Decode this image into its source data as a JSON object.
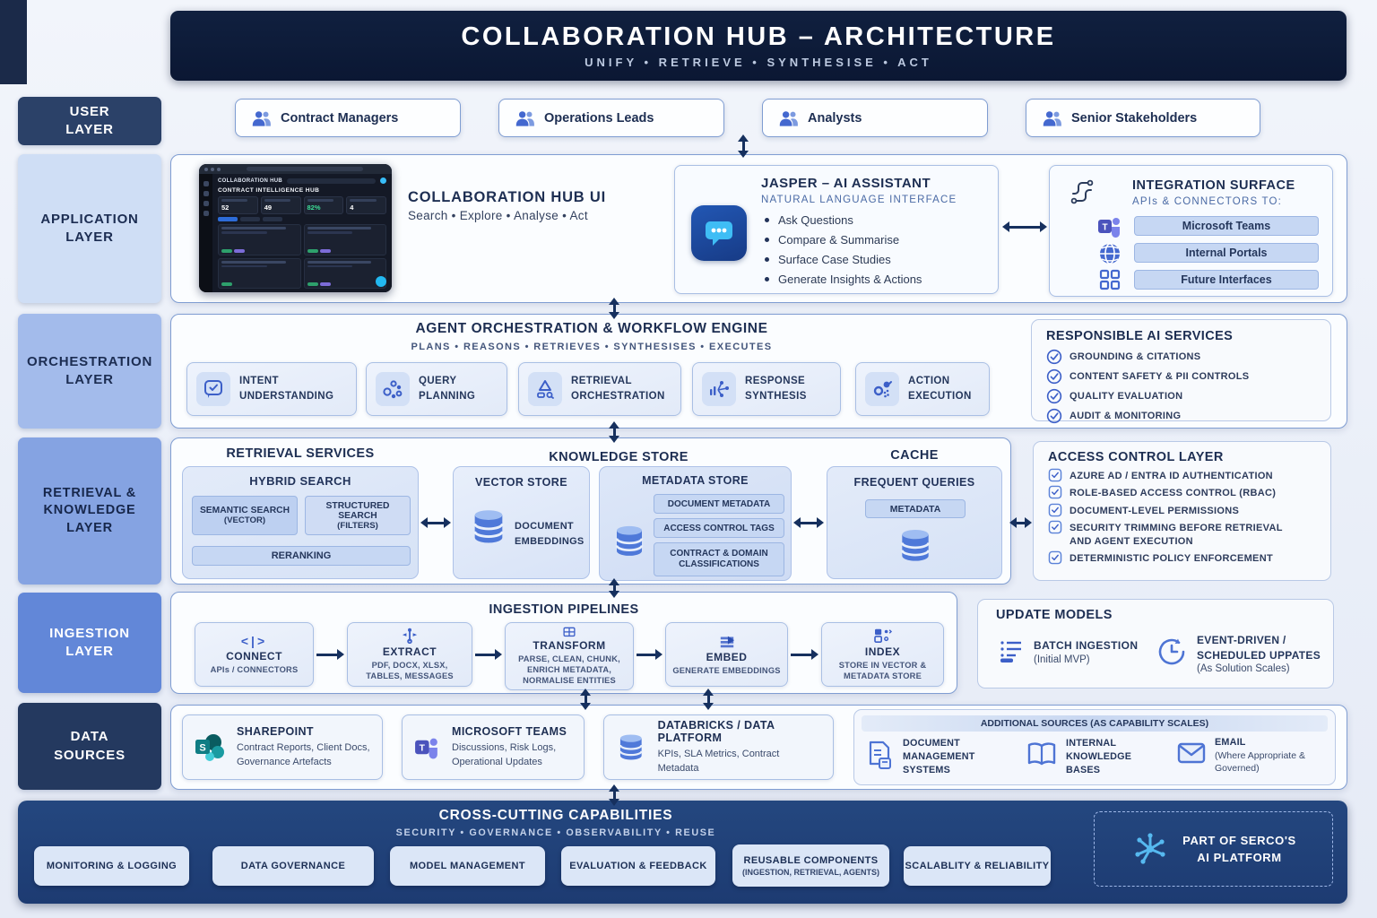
{
  "banner": {
    "title": "COLLABORATION HUB – ARCHITECTURE",
    "subtitle": "UNIFY  •  RETRIEVE  •  SYNTHESISE  •  ACT"
  },
  "layer_labels": {
    "user": "USER LAYER",
    "application": "APPLICATION LAYER",
    "orchestration": "ORCHESTRATION LAYER",
    "retrieval": "RETRIEVAL & KNOWLEDGE LAYER",
    "ingestion": "INGESTION LAYER",
    "data": "DATA SOURCES"
  },
  "users": [
    "Contract Managers",
    "Operations Leads",
    "Analysts",
    "Senior Stakeholders"
  ],
  "application": {
    "hub_ui": {
      "title": "COLLABORATION HUB UI",
      "subtitle": "Search  •  Explore  •  Analyse  •  Act",
      "screenshot": {
        "app_name": "COLLABORATION HUB",
        "screen_title": "CONTRACT INTELLIGENCE HUB",
        "stats": [
          "52",
          "49",
          "82%",
          "4"
        ]
      }
    },
    "jasper": {
      "title": "JASPER – AI ASSISTANT",
      "subtitle": "NATURAL LANGUAGE INTERFACE",
      "bullets": [
        "Ask Questions",
        "Compare & Summarise",
        "Surface Case Studies",
        "Generate Insights & Actions"
      ]
    },
    "integration": {
      "title": "INTEGRATION SURFACE",
      "subtitle": "APIs & CONNECTORS TO:",
      "targets": [
        "Microsoft Teams",
        "Internal Portals",
        "Future Interfaces"
      ]
    }
  },
  "orchestration": {
    "title": "AGENT ORCHESTRATION & WORKFLOW ENGINE",
    "subtitle": "PLANS  •  REASONS  •  RETRIEVES  •  SYNTHESISES  •  EXECUTES",
    "components": [
      {
        "line1": "INTENT",
        "line2": "UNDERSTANDING"
      },
      {
        "line1": "QUERY",
        "line2": "PLANNING"
      },
      {
        "line1": "RETRIEVAL",
        "line2": "ORCHESTRATION"
      },
      {
        "line1": "RESPONSE",
        "line2": "SYNTHESIS"
      },
      {
        "line1": "ACTION",
        "line2": "EXECUTION"
      }
    ],
    "responsible_ai": {
      "title": "RESPONSIBLE AI SERVICES",
      "items": [
        "GROUNDING & CITATIONS",
        "CONTENT SAFETY & PII CONTROLS",
        "QUALITY EVALUATION",
        "AUDIT & MONITORING"
      ]
    }
  },
  "retrieval": {
    "services_title": "RETRIEVAL SERVICES",
    "hybrid": {
      "title": "HYBRID SEARCH",
      "semantic": {
        "line1": "SEMANTIC SEARCH",
        "line2": "(VECTOR)"
      },
      "structured": {
        "line1": "STRUCTURED SEARCH",
        "line2": "(FILTERS)"
      },
      "reranking": "RERANKING"
    },
    "knowledge_title": "KNOWLEDGE STORE",
    "vector_store": {
      "title": "VECTOR STORE",
      "label": "DOCUMENT EMBEDDINGS"
    },
    "metadata_store": {
      "title": "METADATA STORE",
      "tags": [
        "DOCUMENT METADATA",
        "ACCESS CONTROL TAGS",
        "CONTRACT & DOMAIN CLASSIFICATIONS"
      ]
    },
    "cache": {
      "title": "CACHE",
      "panel_title": "FREQUENT QUERIES",
      "tag": "METADATA"
    },
    "access_control": {
      "title": "ACCESS CONTROL LAYER",
      "items": [
        "AZURE AD / ENTRA ID AUTHENTICATION",
        "ROLE-BASED ACCESS CONTROL (RBAC)",
        "DOCUMENT-LEVEL PERMISSIONS",
        "SECURITY TRIMMING BEFORE RETRIEVAL AND AGENT EXECUTION",
        "DETERMINISTIC POLICY ENFORCEMENT"
      ]
    }
  },
  "ingestion": {
    "title": "INGESTION PIPELINES",
    "steps": [
      {
        "title": "CONNECT",
        "desc": "APIs / CONNECTORS"
      },
      {
        "title": "EXTRACT",
        "desc": "PDF, DOCX, XLSX, TABLES, MESSAGES"
      },
      {
        "title": "TRANSFORM",
        "desc": "PARSE, CLEAN, CHUNK, ENRICH METADATA, NORMALISE ENTITIES"
      },
      {
        "title": "EMBED",
        "desc": "GENERATE EMBEDDINGS"
      },
      {
        "title": "INDEX",
        "desc": "STORE IN VECTOR & METADATA STORE"
      }
    ],
    "update_models": {
      "title": "UPDATE MODELS",
      "batch": {
        "line1": "BATCH INGESTION",
        "line2": "(Initial MVP)"
      },
      "event": {
        "line1": "EVENT-DRIVEN /",
        "line2": "SCHEDULED UPPATES",
        "line3": "(As Solution Scales)"
      }
    }
  },
  "data_sources": {
    "sharepoint": {
      "title": "SHAREPOINT",
      "desc": "Contract Reports, Client Docs, Governance Artefacts"
    },
    "teams": {
      "title": "MICROSOFT TEAMS",
      "desc": "Discussions, Risk Logs, Operational Updates"
    },
    "databricks": {
      "title": "DATABRICKS / DATA PLATFORM",
      "desc": "KPIs, SLA Metrics, Contract Metadata"
    },
    "additional": {
      "title": "ADDITIONAL SOURCES (AS CAPABILITY SCALES)",
      "items": [
        {
          "label": "DOCUMENT MANAGEMENT SYSTEMS",
          "sub": ""
        },
        {
          "label": "INTERNAL KNOWLEDGE BASES",
          "sub": ""
        },
        {
          "label": "EMAIL",
          "sub": "(Where Appropriate & Governed)"
        }
      ]
    }
  },
  "crosscutting": {
    "title": "CROSS-CUTTING CAPABILITIES",
    "subtitle": "SECURITY  •  GOVERNANCE  •  OBSERVABILITY  •  REUSE",
    "boxes": [
      {
        "line1": "MONITORING & LOGGING",
        "line2": ""
      },
      {
        "line1": "DATA GOVERNANCE",
        "line2": ""
      },
      {
        "line1": "MODEL MANAGEMENT",
        "line2": ""
      },
      {
        "line1": "EVALUATION & FEEDBACK",
        "line2": ""
      },
      {
        "line1": "REUSABLE COMPONENTS",
        "line2": "(INGESTION, RETRIEVAL, AGENTS)"
      },
      {
        "line1": "SCALABLITY  & RELIABILITY",
        "line2": ""
      }
    ],
    "platform": {
      "line1": "PART OF SERCO'S",
      "line2": "AI PLATFORM"
    }
  },
  "icons": [
    "people-icon",
    "chat-bubble-icon",
    "integration-connector-icon",
    "microsoft-teams-icon",
    "globe-icon",
    "grid-icon",
    "intent-icon",
    "query-planning-icon",
    "retrieval-orchestration-icon",
    "response-synthesis-icon",
    "action-execution-icon",
    "check-circle-icon",
    "check-square-icon",
    "database-icon",
    "code-connect-icon",
    "extract-icon",
    "transform-icon",
    "embed-icon",
    "index-icon",
    "batch-list-icon",
    "event-clock-icon",
    "sharepoint-icon",
    "databricks-icon",
    "document-icon",
    "book-icon",
    "email-icon",
    "network-icon"
  ],
  "colors": {
    "banner_bg": "#0d1b38",
    "navy_text": "#1d2e52",
    "accent_blue": "#4068cf",
    "arrow": "#16305e",
    "layer_user_bg": "#2b4168",
    "layer_application_bg": "#cfdef5",
    "layer_orchestration_bg": "#a3bbeb",
    "layer_retrieval_bg": "#85a3e2",
    "layer_ingestion_bg": "#6287d8",
    "layer_data_bg": "#24395f",
    "crosscut_bg": "#1f3f7f",
    "stat_green": "#3ddc97"
  }
}
